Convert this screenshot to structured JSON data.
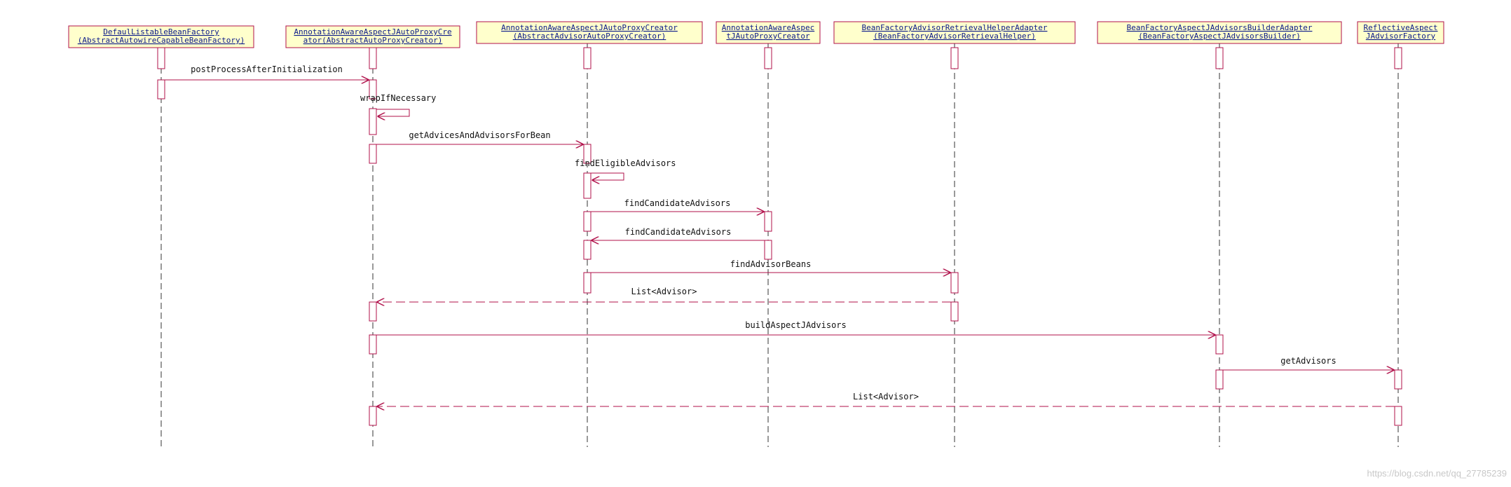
{
  "participants": [
    {
      "id": "p1",
      "lines": [
        "DefaulListableBeanFactory",
        "(AbstractAutowireCapableBeanFactory)"
      ]
    },
    {
      "id": "p2",
      "lines": [
        "AnnotationAwareAspectJAutoProxyCre",
        "ator(AbstractAutoProxyCreator)"
      ]
    },
    {
      "id": "p3",
      "lines": [
        "AnnotationAwareAspectJAutoProxyCreator",
        "(AbstractAdvisorAutoProxyCreator)"
      ]
    },
    {
      "id": "p4",
      "lines": [
        "AnnotationAwareAspec",
        "tJAutoProxyCreator"
      ]
    },
    {
      "id": "p5",
      "lines": [
        "BeanFactoryAdvisorRetrievalHelperAdapter",
        "(BeanFactoryAdvisorRetrievalHelper)"
      ]
    },
    {
      "id": "p6",
      "lines": [
        "BeanFactoryAspectJAdvisorsBuilderAdapter",
        "(BeanFactoryAspectJAdvisorsBuilder)"
      ]
    },
    {
      "id": "p7",
      "lines": [
        "ReflectiveAspect",
        "JAdvisorFactory"
      ]
    }
  ],
  "messages": [
    {
      "from": "p1",
      "to": "p2",
      "label": "postProcessAfterInitialization",
      "kind": "call"
    },
    {
      "from": "p2",
      "to": "p2",
      "label": "wrapIfNecessary",
      "kind": "self"
    },
    {
      "from": "p2",
      "to": "p3",
      "label": "getAdvicesAndAdvisorsForBean",
      "kind": "call"
    },
    {
      "from": "p3",
      "to": "p3",
      "label": "findEligibleAdvisors",
      "kind": "self"
    },
    {
      "from": "p3",
      "to": "p4",
      "label": "findCandidateAdvisors",
      "kind": "call"
    },
    {
      "from": "p4",
      "to": "p3",
      "label": "findCandidateAdvisors",
      "kind": "call"
    },
    {
      "from": "p3",
      "to": "p5",
      "label": "findAdvisorBeans",
      "kind": "call"
    },
    {
      "from": "p5",
      "to": "p2",
      "label": "List<Advisor>",
      "kind": "return"
    },
    {
      "from": "p2",
      "to": "p6",
      "label": "buildAspectJAdvisors",
      "kind": "call"
    },
    {
      "from": "p6",
      "to": "p7",
      "label": "getAdvisors",
      "kind": "call"
    },
    {
      "from": "p7",
      "to": "p2",
      "label": "List<Advisor>",
      "kind": "return"
    }
  ],
  "watermark": "https://blog.csdn.net/qq_27785239",
  "colors": {
    "line": "#b0104a",
    "header_fill": "#ffffcc",
    "header_border": "#b0104a",
    "header_text": "#0b1a8a",
    "label_text": "#111111"
  }
}
